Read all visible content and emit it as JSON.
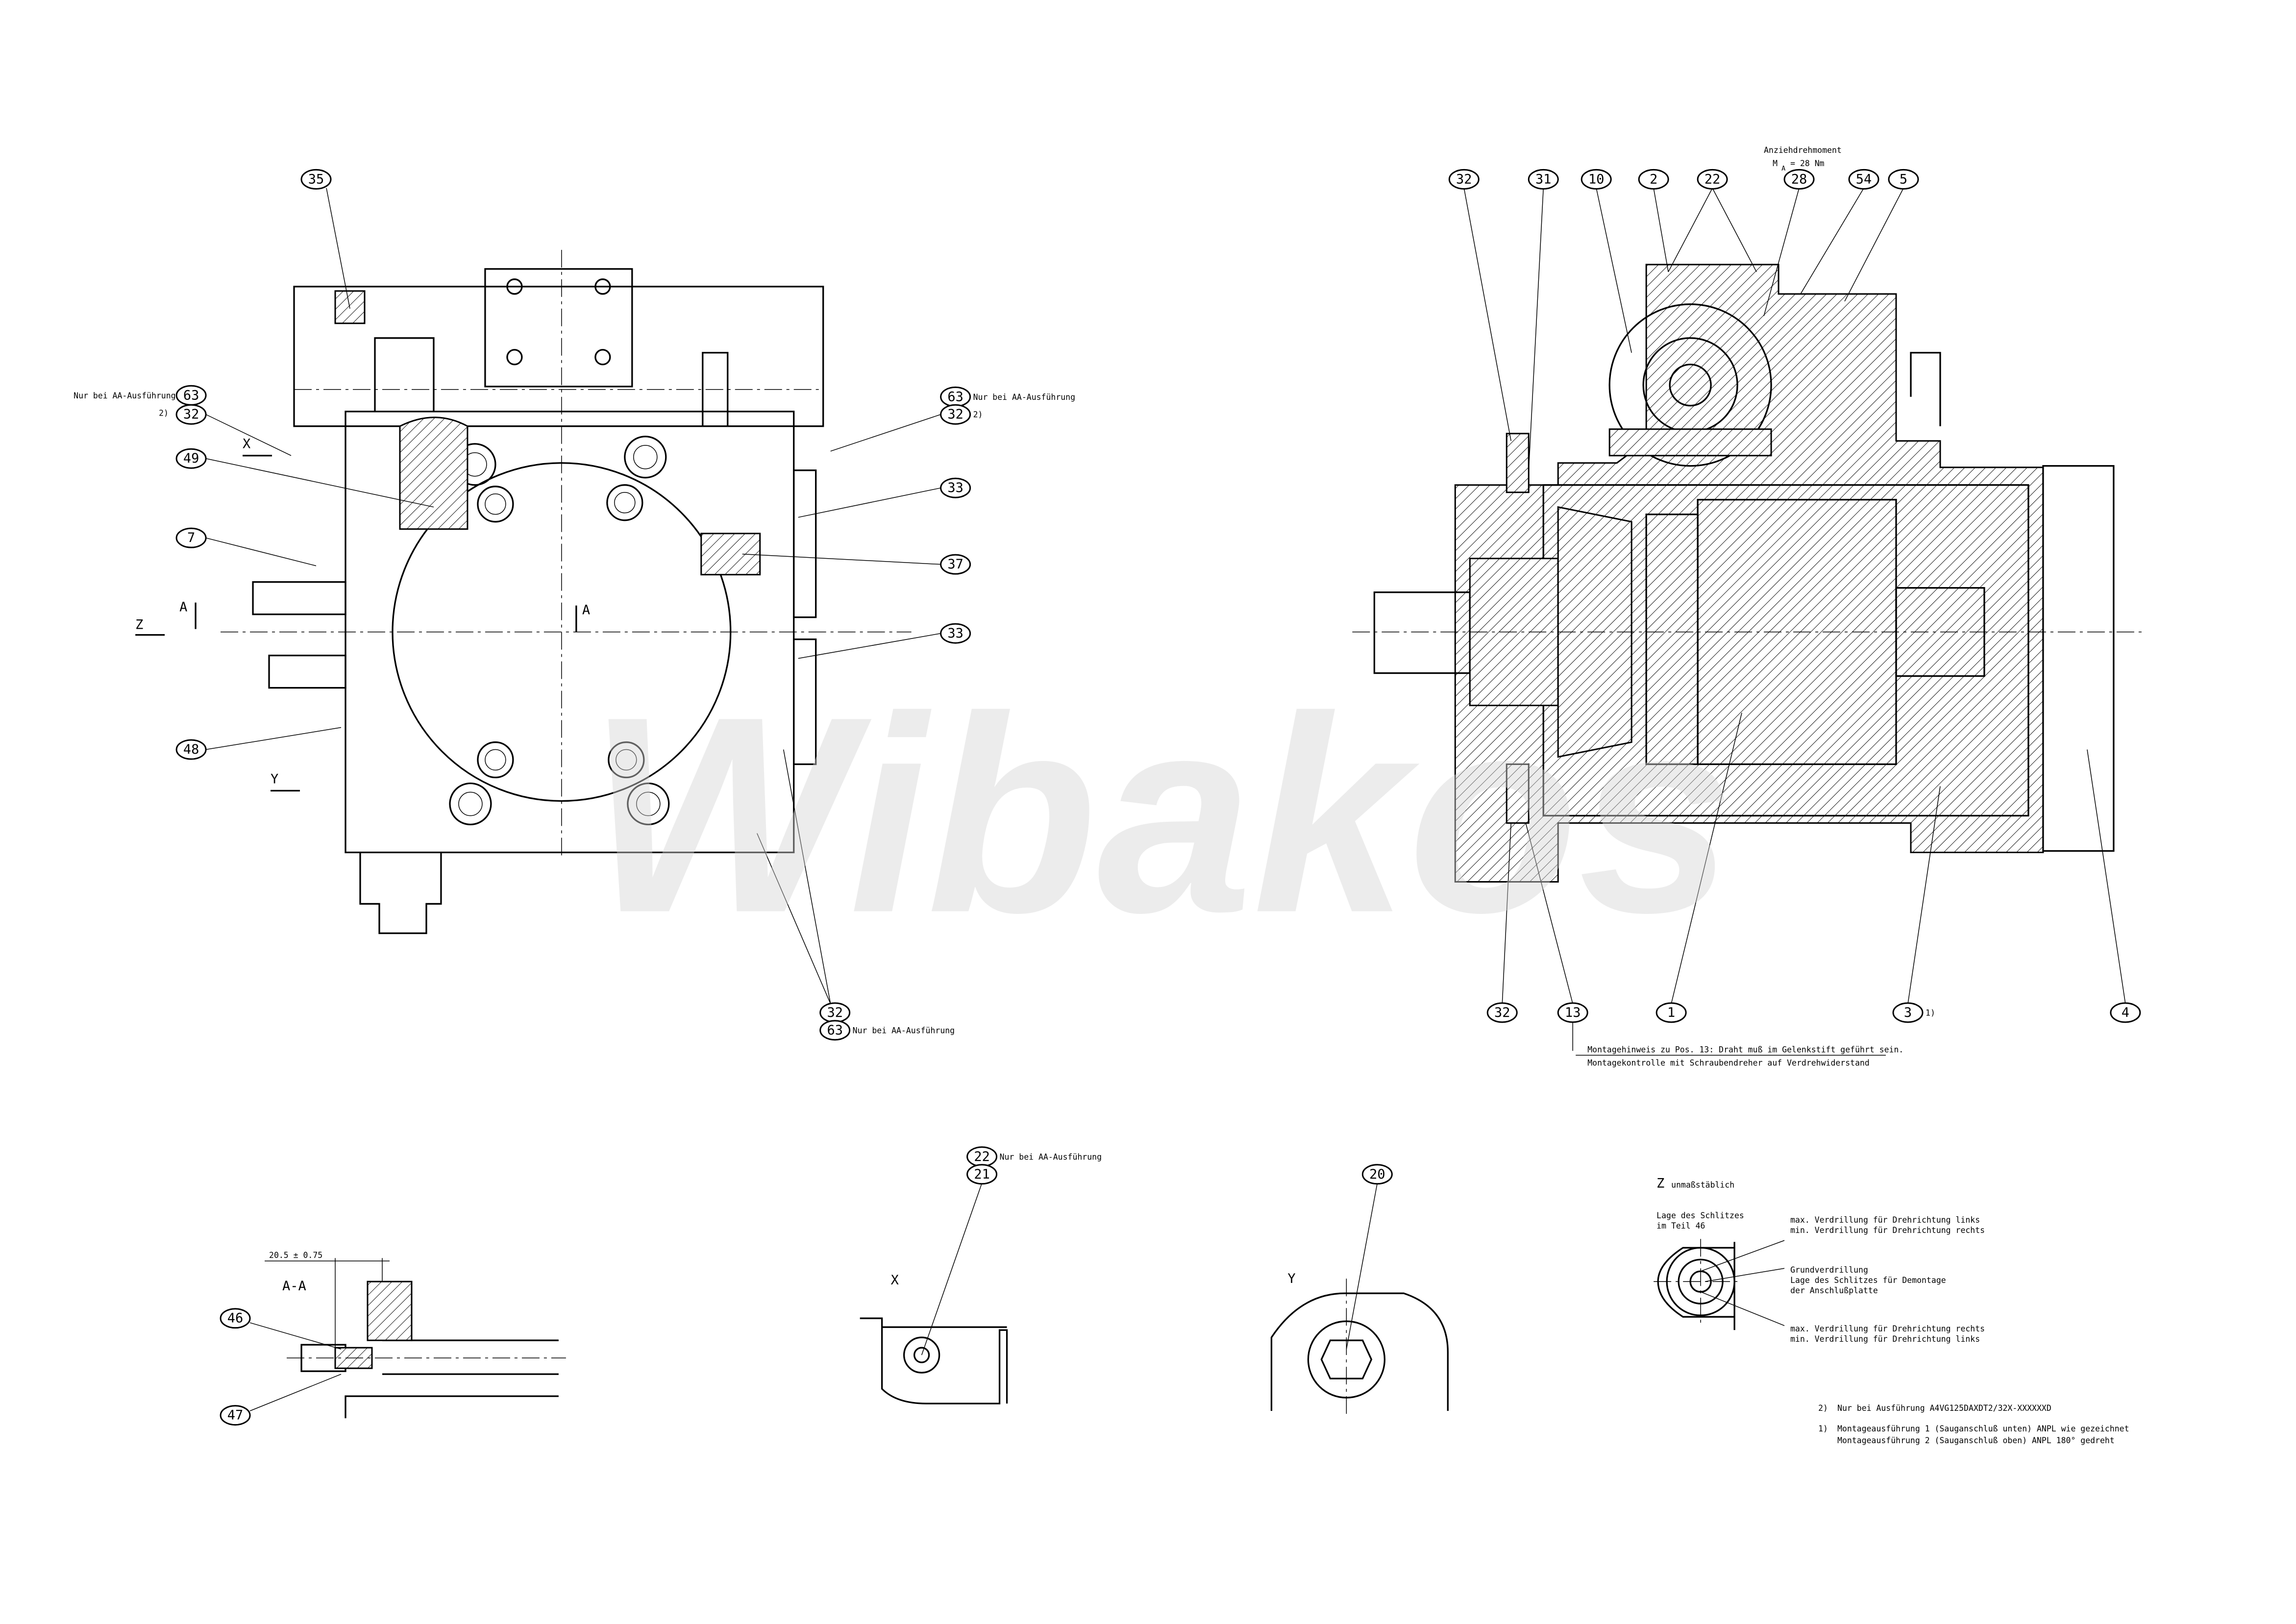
{
  "watermark": "Wibakos",
  "left_view": {
    "balloons": [
      "35",
      "63",
      "32",
      "49",
      "7",
      "48",
      "63",
      "32",
      "33",
      "37",
      "33",
      "32",
      "63"
    ],
    "notes": {
      "aa_left": "Nur bei AA-Ausführung",
      "aa_right": "Nur bei AA-Ausführung",
      "aa_bottom": "Nur bei AA-Ausführung",
      "footnote_left": "2)",
      "footnote_right": "2)"
    },
    "labels": {
      "x": "X",
      "z": "Z",
      "a_left": "A",
      "a_center": "A",
      "y": "Y"
    }
  },
  "right_view": {
    "torque_title": "Anziehdrehmoment",
    "torque_value": "M",
    "torque_sub": "A",
    "torque_eq": "= 28 Nm",
    "top_balloons": [
      "32",
      "31",
      "10",
      "2",
      "22",
      "28",
      "54",
      "5"
    ],
    "bottom_balloons": [
      "32",
      "13",
      "1",
      "3",
      "4"
    ],
    "footnote_3": "1)",
    "assembly_note_1": "Montagehinweis zu Pos. 13: Draht muß im Gelenkstift geführt sein.",
    "assembly_note_2": "Montagekontrolle mit Schraubendreher auf Verdrehwiderstand"
  },
  "section_aa": {
    "title": "A-A",
    "dimension": "20.5  ± 0.75",
    "balloons": [
      "46",
      "47"
    ]
  },
  "view_x": {
    "title": "X",
    "balloons": [
      "22",
      "21"
    ],
    "note": "Nur bei AA-Ausführung"
  },
  "view_y": {
    "title": "Y",
    "balloons": [
      "20"
    ]
  },
  "view_z": {
    "title": "Z",
    "subtitle": "unmaßstäblich",
    "slot_label_1": "Lage des Schlitzes",
    "slot_label_2": "im Teil 46",
    "upper_1": "max. Verdrillung für Drehrichtung links",
    "upper_2": "min. Verdrillung für Drehrichtung rechts",
    "mid_1": "Grundverdrillung",
    "mid_2": "Lage des Schlitzes für Demontage",
    "mid_3": "der Anschlußplatte",
    "lower_1": "max. Verdrillung für Drehrichtung rechts",
    "lower_2": "min. Verdrillung für Drehrichtung links"
  },
  "footnotes": {
    "n2_mark": "2)",
    "n2_text": "Nur bei Ausführung A4VG125DAXDT2/32X-XXXXXXD",
    "n1_mark": "1)",
    "n1_text_1": "Montageausführung 1 (Sauganschluß unten) ANPL wie gezeichnet",
    "n1_text_2": "Montageausführung 2 (Sauganschluß oben) ANPL 180° gedreht"
  }
}
